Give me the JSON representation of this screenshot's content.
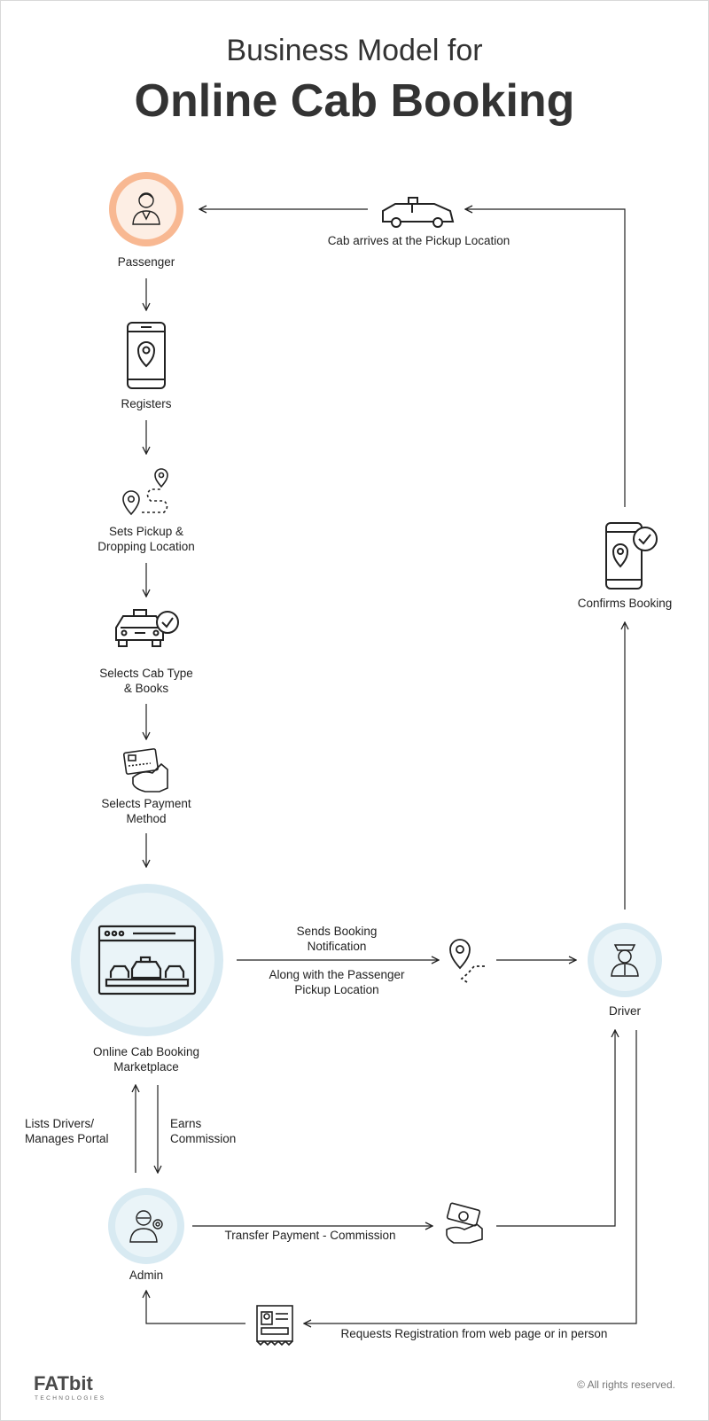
{
  "title": {
    "line1": "Business Model for",
    "line2": "Online Cab Booking"
  },
  "nodes": {
    "passenger": "Passenger",
    "registers": "Registers",
    "sets_pickup": "Sets Pickup &\nDropping Location",
    "selects_cab": "Selects Cab Type\n& Books",
    "selects_payment": "Selects Payment\nMethod",
    "marketplace": "Online Cab Booking\nMarketplace",
    "admin": "Admin",
    "driver": "Driver",
    "confirms": "Confirms Booking"
  },
  "edges": {
    "cab_arrives": "Cab arrives at the Pickup Location",
    "sends_notification": "Sends Booking\nNotification",
    "along_with": "Along with the Passenger\nPickup Location",
    "lists_drivers": "Lists Drivers/\nManages Portal",
    "earns_commission": "Earns\nCommission",
    "transfer_payment": "Transfer Payment - Commission",
    "requests_registration": "Requests Registration from web page or in person"
  },
  "logo": {
    "text": "FATbit",
    "sub": "TECHNOLOGIES"
  },
  "footer": "© All rights reserved.",
  "colors": {
    "accent_orange": "#f4a77c",
    "accent_orange_fill": "#fde8dc",
    "accent_blue": "#cfe4ee",
    "accent_blue_fill": "#e8f2f7",
    "logo_blue": "#4fb8d4",
    "line": "#222222"
  }
}
